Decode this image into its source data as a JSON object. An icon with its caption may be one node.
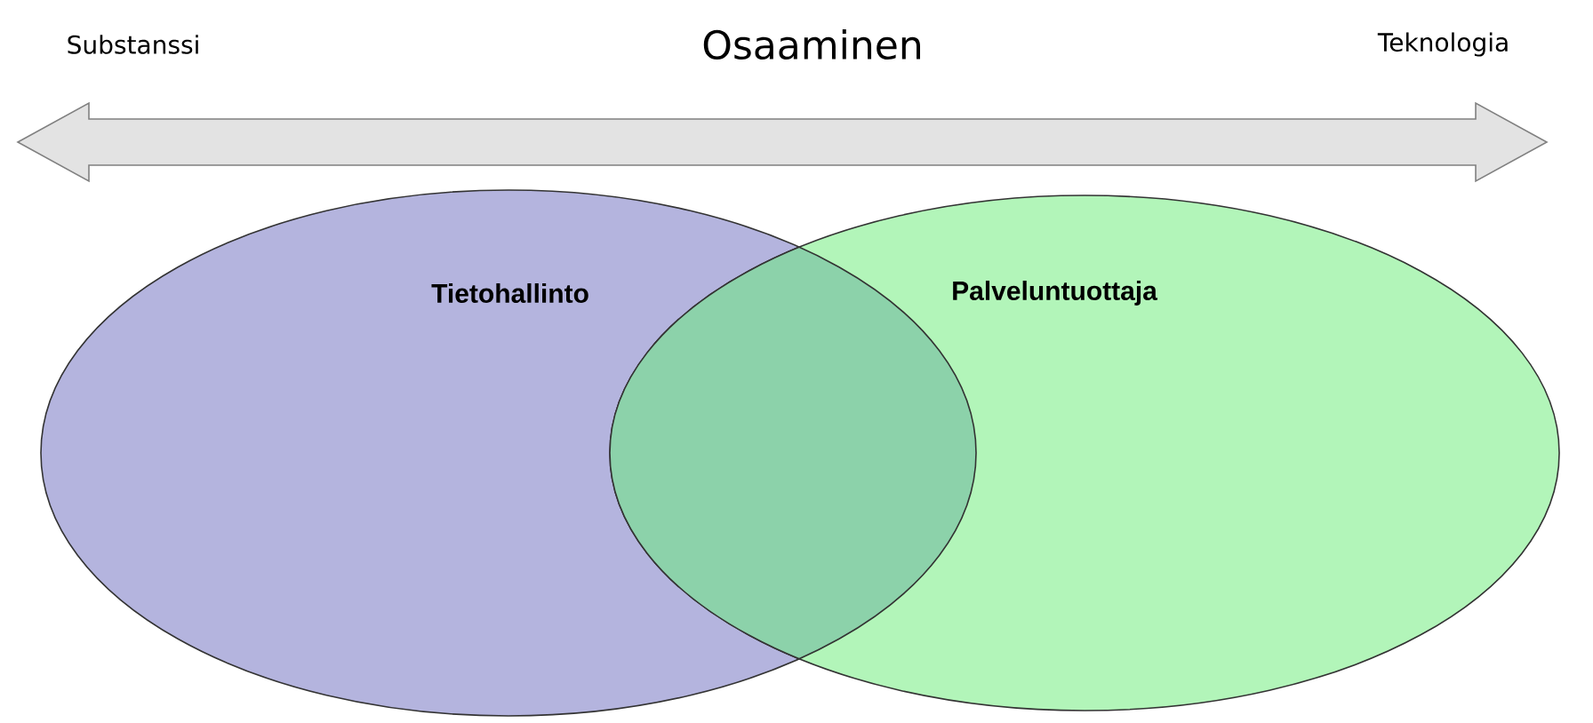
{
  "diagram": {
    "title": "Osaaminen",
    "nodes": [
      {
        "text": [
          "Tietohallinto"
        ]
      },
      {
        "text": [
          "Palveluntuottaja"
        ]
      }
    ],
    "labels": [
      "Substanssi",
      "Teknologia"
    ]
  }
}
